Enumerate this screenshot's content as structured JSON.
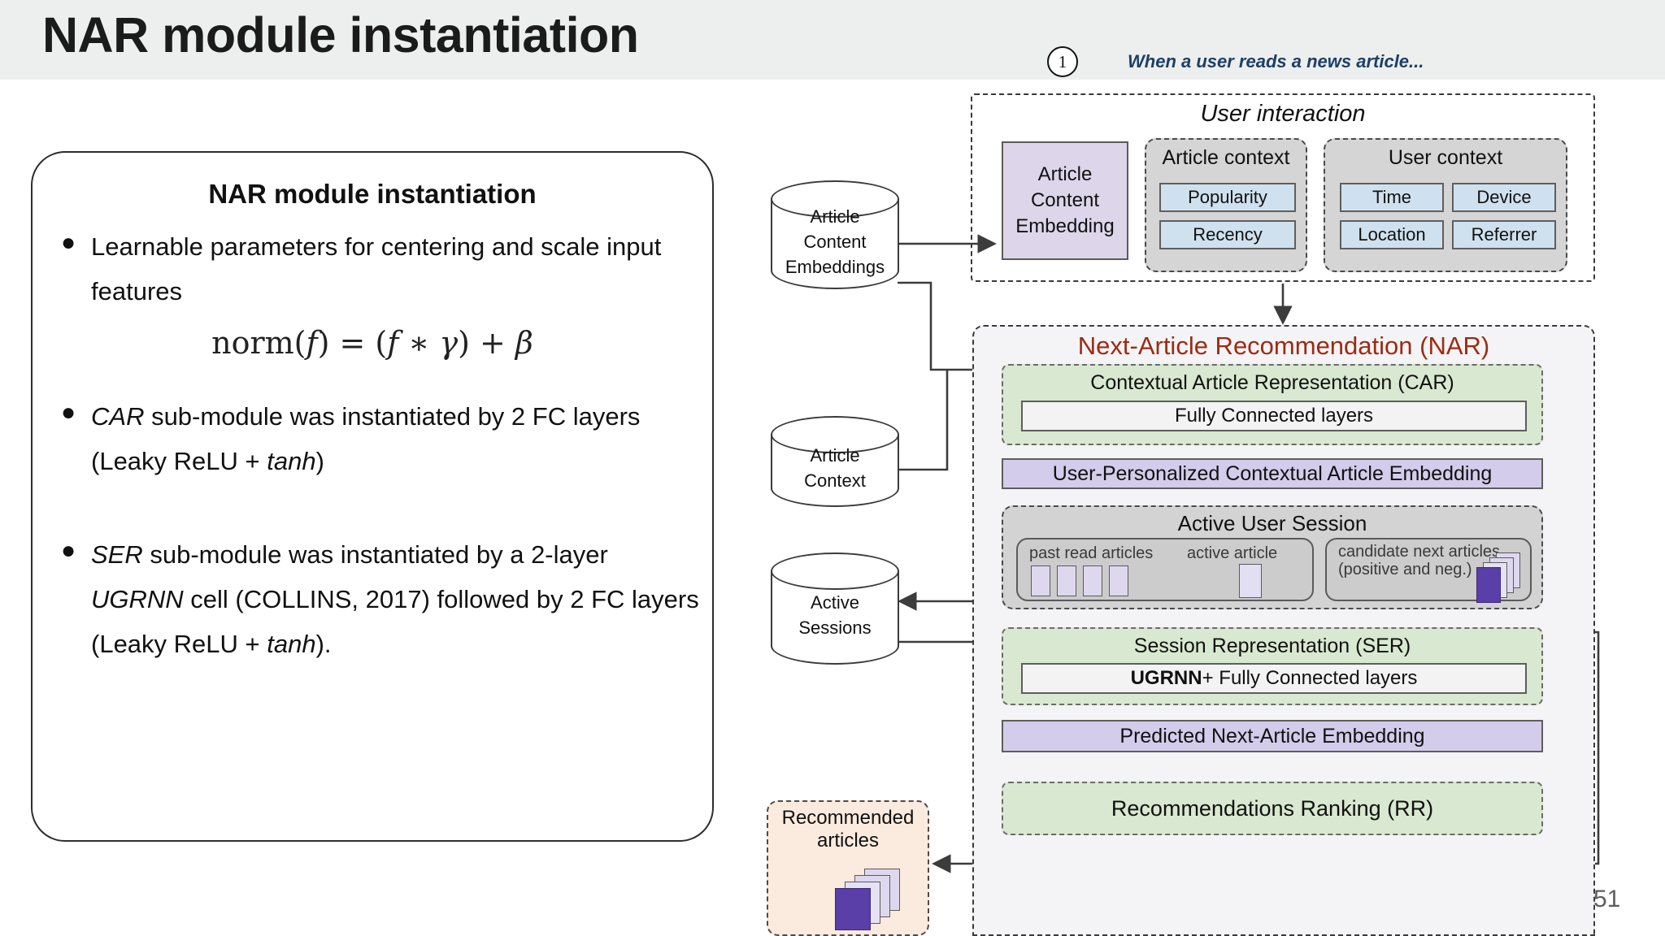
{
  "slide": {
    "title": "NAR module instantiation",
    "page_number": "51",
    "step_marker": "1",
    "caption_note": "When a user reads a news article...",
    "accent_colors": {
      "header_band": "#ecefee",
      "caption_blue": "#1d3f66",
      "nar_red": "#9e2a14",
      "lavender": "#ddd6ea",
      "purple_bar": "#d3ccea",
      "light_blue_chip": "#cfe1ee",
      "green_block": "#d9e8d0",
      "grey_group": "#d5d5d5",
      "peach_box": "#fbeade",
      "deep_purple_card": "#5b3fa8"
    }
  },
  "card": {
    "title": "NAR module instantiation",
    "bullets": [
      {
        "id": "bullet-1",
        "parts": [
          {
            "text": "Learnable parameters for centering and scale input features",
            "italic": false
          }
        ]
      },
      {
        "id": "bullet-2",
        "parts": [
          {
            "text": "CAR",
            "italic": true
          },
          {
            "text": " sub-module was instantiated by 2 FC layers (Leaky ReLU + ",
            "italic": false
          },
          {
            "text": "tanh",
            "italic": true
          },
          {
            "text": ")",
            "italic": false
          }
        ]
      },
      {
        "id": "bullet-3",
        "parts": [
          {
            "text": "SER",
            "italic": true
          },
          {
            "text": " sub-module was instantiated by a 2-layer ",
            "italic": false
          },
          {
            "text": "UGRNN",
            "italic": true
          },
          {
            "text": " cell (COLLINS, 2017) followed by 2 FC layers (Leaky ReLU + ",
            "italic": false
          },
          {
            "text": "tanh",
            "italic": true
          },
          {
            "text": ").",
            "italic": false
          }
        ]
      }
    ],
    "formula": "norm(f) = (f * γ) + β",
    "formula_pieces": {
      "fn": "norm",
      "arg_open": "(",
      "f1": "f",
      "arg_close": ")",
      "eq": "=",
      "p_open": "(",
      "f2": "f",
      "mul": "∗",
      "gamma": "γ",
      "p_close": ")",
      "plus": "+",
      "beta": "β"
    }
  },
  "datastores": [
    {
      "id": "article-content-embeddings",
      "lines": [
        "Article",
        "Content",
        "Embeddings"
      ]
    },
    {
      "id": "article-context-store",
      "lines": [
        "Article",
        "Context"
      ]
    },
    {
      "id": "active-sessions-store",
      "lines": [
        "Active",
        "Sessions"
      ]
    }
  ],
  "user_interaction": {
    "title": "User interaction",
    "article_content_embedding": [
      "Article",
      "Content",
      "Embedding"
    ],
    "article_context": {
      "title": "Article context",
      "chips": [
        "Popularity",
        "Recency"
      ]
    },
    "user_context": {
      "title": "User context",
      "chips": [
        "Time",
        "Device",
        "Location",
        "Referrer"
      ]
    }
  },
  "nar": {
    "title": "Next-Article Recommendation (NAR)",
    "car": {
      "title": "Contextual Article Representation (CAR)",
      "inner": "Fully Connected layers"
    },
    "user_personalized_embedding": "User-Personalized Contextual Article Embedding",
    "active_user_session": {
      "title": "Active User Session",
      "past_label": "past read articles",
      "active_label": "active article",
      "candidate_label_line1": "candidate next articles",
      "candidate_label_line2": "(positive and neg.)"
    },
    "ser": {
      "title": "Session Representation (SER)",
      "inner_bold": "UGRNN",
      "inner_rest": " + Fully Connected layers"
    },
    "predicted_embedding": "Predicted Next-Article Embedding",
    "recommendations_ranking": "Recommendations Ranking (RR)"
  },
  "recommended_articles": {
    "line1": "Recommended",
    "line2": "articles"
  }
}
